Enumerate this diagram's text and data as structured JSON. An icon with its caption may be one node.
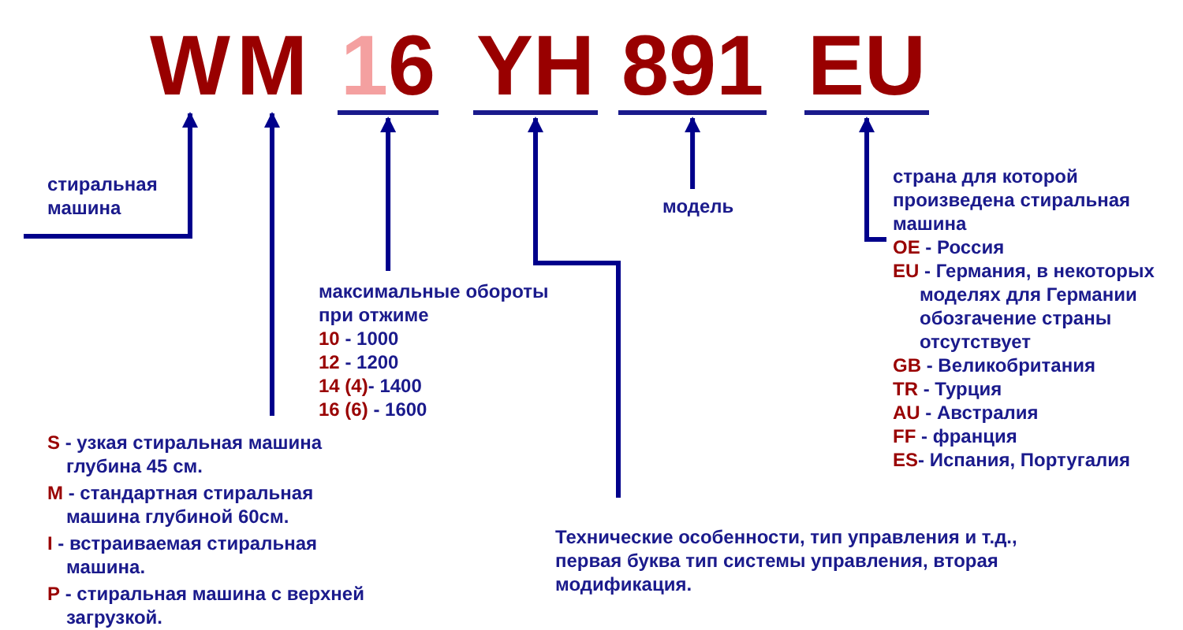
{
  "diagram": {
    "nodes": [
      {
        "text": [
          "W"
        ]
      },
      {
        "text": [
          "M"
        ]
      },
      {
        "text": [
          "16"
        ]
      },
      {
        "text": [
          "YH"
        ]
      },
      {
        "text": [
          "891"
        ]
      },
      {
        "text": [
          "EU"
        ]
      },
      {
        "text": [
          "стиральная машина"
        ]
      },
      {
        "text": [
          "**S** - узкая стиральная машина глубина 45 см.",
          "**M** - стандартная стиральная машина глубиной 60см.",
          "**I** - встраиваемая стиральная машина.",
          "**P** - стиральная машина с верхней загрузкой."
        ]
      },
      {
        "text": [
          "максимальные обороты при отжиме",
          "**10** - 1000",
          "**12** - 1200",
          "**14 (4)**- 1400",
          "**16 (6)** - 1600"
        ]
      },
      {
        "text": [
          "модель"
        ]
      },
      {
        "text": [
          "Технические особенности, тип управления и т.д., первая буква тип системы управления, вторая модификация."
        ]
      },
      {
        "text": [
          "страна для которой произведена стиральная машина",
          "**OE** - Россия",
          "**EU** - Германия, в некоторых моделях для Германии обозгачение страны отсутствует",
          "**GB** - Великобритания",
          "**TR** - Турция",
          "**AU** - Австралия",
          "**FF** - франция",
          "**ES**- Испания, Португалия"
        ]
      }
    ],
    "edges": [
      {
        "from": 6,
        "to": 0,
        "arrow": "to"
      },
      {
        "from": 7,
        "to": 1,
        "arrow": "to"
      },
      {
        "from": 8,
        "to": 2,
        "arrow": "to"
      },
      {
        "from": 10,
        "to": 3,
        "arrow": "to"
      },
      {
        "from": 9,
        "to": 4,
        "arrow": "to"
      },
      {
        "from": 11,
        "to": 5,
        "arrow": "to"
      }
    ]
  }
}
